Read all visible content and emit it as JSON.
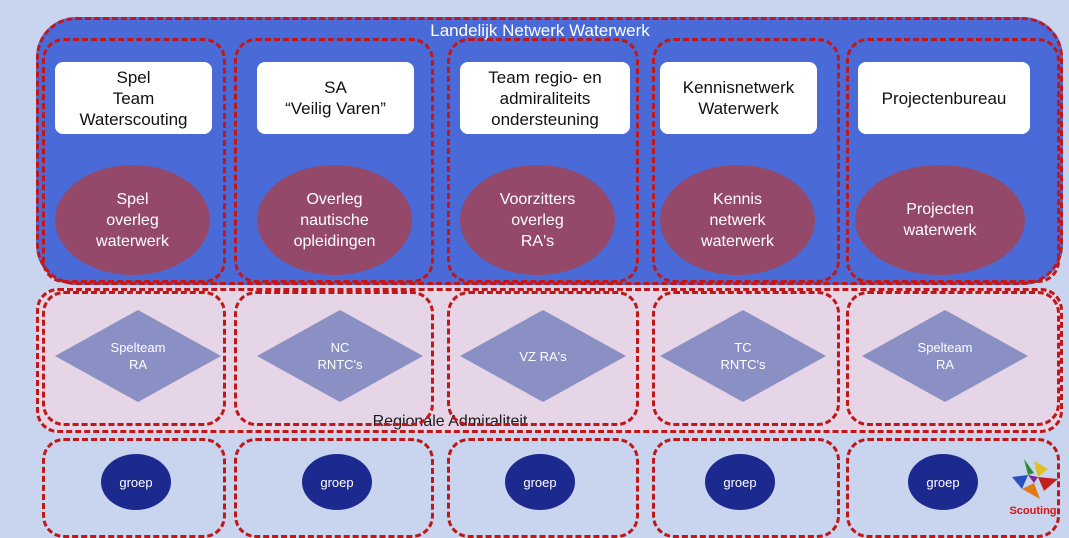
{
  "network_title": "Landelijk Netwerk Waterwerk",
  "regional_title": "Regionale Admiraliteit",
  "columns": [
    {
      "team": "Spel\nTeam\nWaterscouting",
      "overleg": "Spel\noverleg\nwaterwerk",
      "regional": "Spelteam\nRA",
      "group": "groep"
    },
    {
      "team": "SA\n“Veilig Varen”",
      "overleg": "Overleg\nnautische\nopleidingen",
      "regional": "NC\nRNTC's",
      "group": "groep"
    },
    {
      "team": "Team regio- en\nadmiraliteits\nondersteuning",
      "overleg": "Voorzitters\noverleg\nRA's",
      "regional": "VZ RA's",
      "group": "groep"
    },
    {
      "team": "Kennisnetwerk\nWaterwerk",
      "overleg": "Kennis\nnetwerk\nwaterwerk",
      "regional": "TC\nRNTC's",
      "group": "groep"
    },
    {
      "team": "Projectenbureau",
      "overleg": "Projecten\nwaterwerk",
      "regional": "Spelteam\nRA",
      "group": "groep"
    }
  ],
  "logo": {
    "text": "Scouting",
    "icon": "scouting-logo-icon"
  },
  "colors": {
    "background": "#c9d4ef",
    "network_band": "#4a6ad8",
    "regional_band": "#e6d5e6",
    "overleg_ellipse": "#94496b",
    "diamond": "#8a90c4",
    "group_circle": "#1c2a8f",
    "dashed_border": "#c01818"
  }
}
